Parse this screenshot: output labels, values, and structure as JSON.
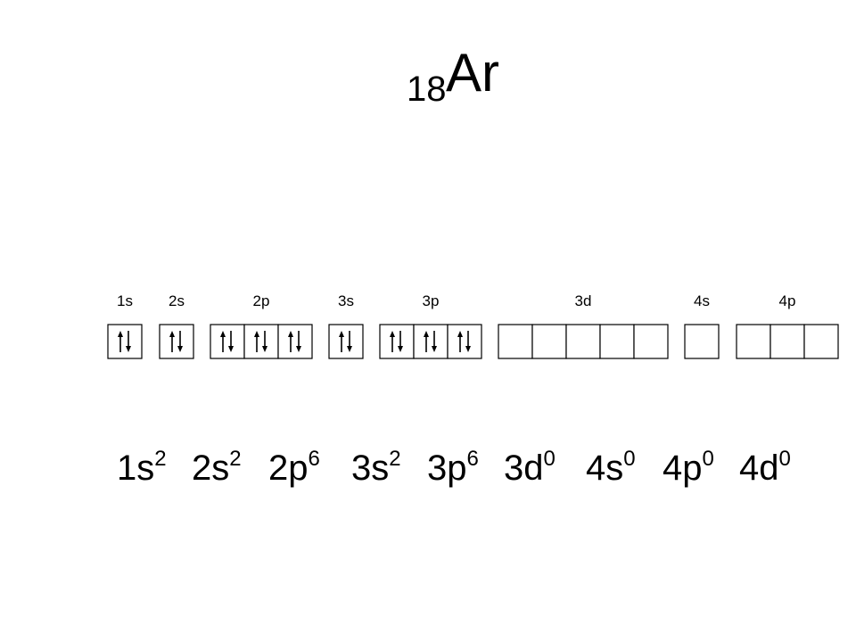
{
  "title": {
    "atomic_number": "18",
    "symbol": "Ar"
  },
  "subshells": [
    {
      "label": "1s",
      "boxes": [
        "paired"
      ]
    },
    {
      "label": "2s",
      "boxes": [
        "paired"
      ]
    },
    {
      "label": "2p",
      "boxes": [
        "paired",
        "paired",
        "paired"
      ]
    },
    {
      "label": "3s",
      "boxes": [
        "paired"
      ]
    },
    {
      "label": "3p",
      "boxes": [
        "paired",
        "paired",
        "paired"
      ]
    },
    {
      "label": "3d",
      "boxes": [
        "empty",
        "empty",
        "empty",
        "empty",
        "empty"
      ]
    },
    {
      "label": "4s",
      "boxes": [
        "empty"
      ]
    },
    {
      "label": "4p",
      "boxes": [
        "empty",
        "empty",
        "empty"
      ]
    }
  ],
  "configuration": [
    {
      "orbital": "1s",
      "electrons": "2"
    },
    {
      "orbital": "2s",
      "electrons": "2"
    },
    {
      "orbital": "2p",
      "electrons": "6"
    },
    {
      "orbital": "3s",
      "electrons": "2"
    },
    {
      "orbital": "3p",
      "electrons": "6"
    },
    {
      "orbital": "3d",
      "electrons": "0"
    },
    {
      "orbital": "4s",
      "electrons": "0"
    },
    {
      "orbital": "4p",
      "electrons": "0"
    },
    {
      "orbital": "4d",
      "electrons": "0"
    }
  ]
}
